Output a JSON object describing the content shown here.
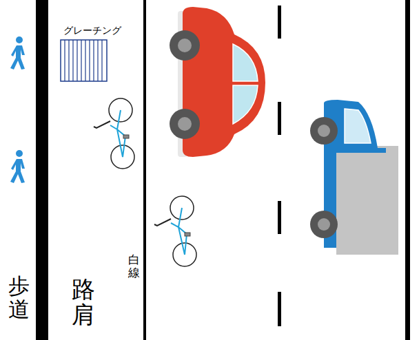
{
  "diagram": {
    "labels": [
      "グレーチング",
      "歩道",
      "路肩",
      "白線"
    ]
  }
}
